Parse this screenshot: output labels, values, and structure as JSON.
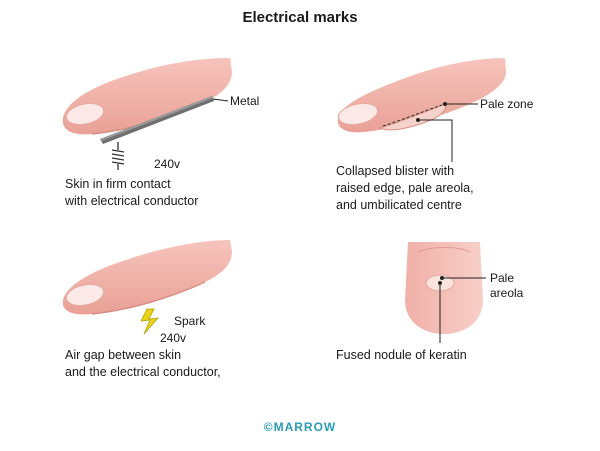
{
  "title": "Electrical marks",
  "panels": {
    "metal": {
      "labels": {
        "metal": "Metal",
        "voltage": "240v"
      },
      "caption": "Skin in firm contact\nwith electrical conductor"
    },
    "blister": {
      "labels": {
        "pale_zone": "Pale zone"
      },
      "caption": "Collapsed blister with\nraised edge, pale areola,\nand umbilicated centre"
    },
    "spark": {
      "labels": {
        "spark": "Spark",
        "voltage": "240v"
      },
      "caption": "Air gap between skin\nand the electrical conductor,"
    },
    "nodule": {
      "labels": {
        "pale_areola": "Pale\nareola"
      },
      "caption": "Fused nodule of keratin"
    }
  },
  "brand": {
    "text": "©MARROW",
    "color": "#2a9bb5"
  },
  "colors": {
    "skin": "#f3b6ad",
    "skin_shadow": "#e39489",
    "nail": "#fbe9e7",
    "metal": "#6f6f6f",
    "spark": "#e8d21a"
  }
}
